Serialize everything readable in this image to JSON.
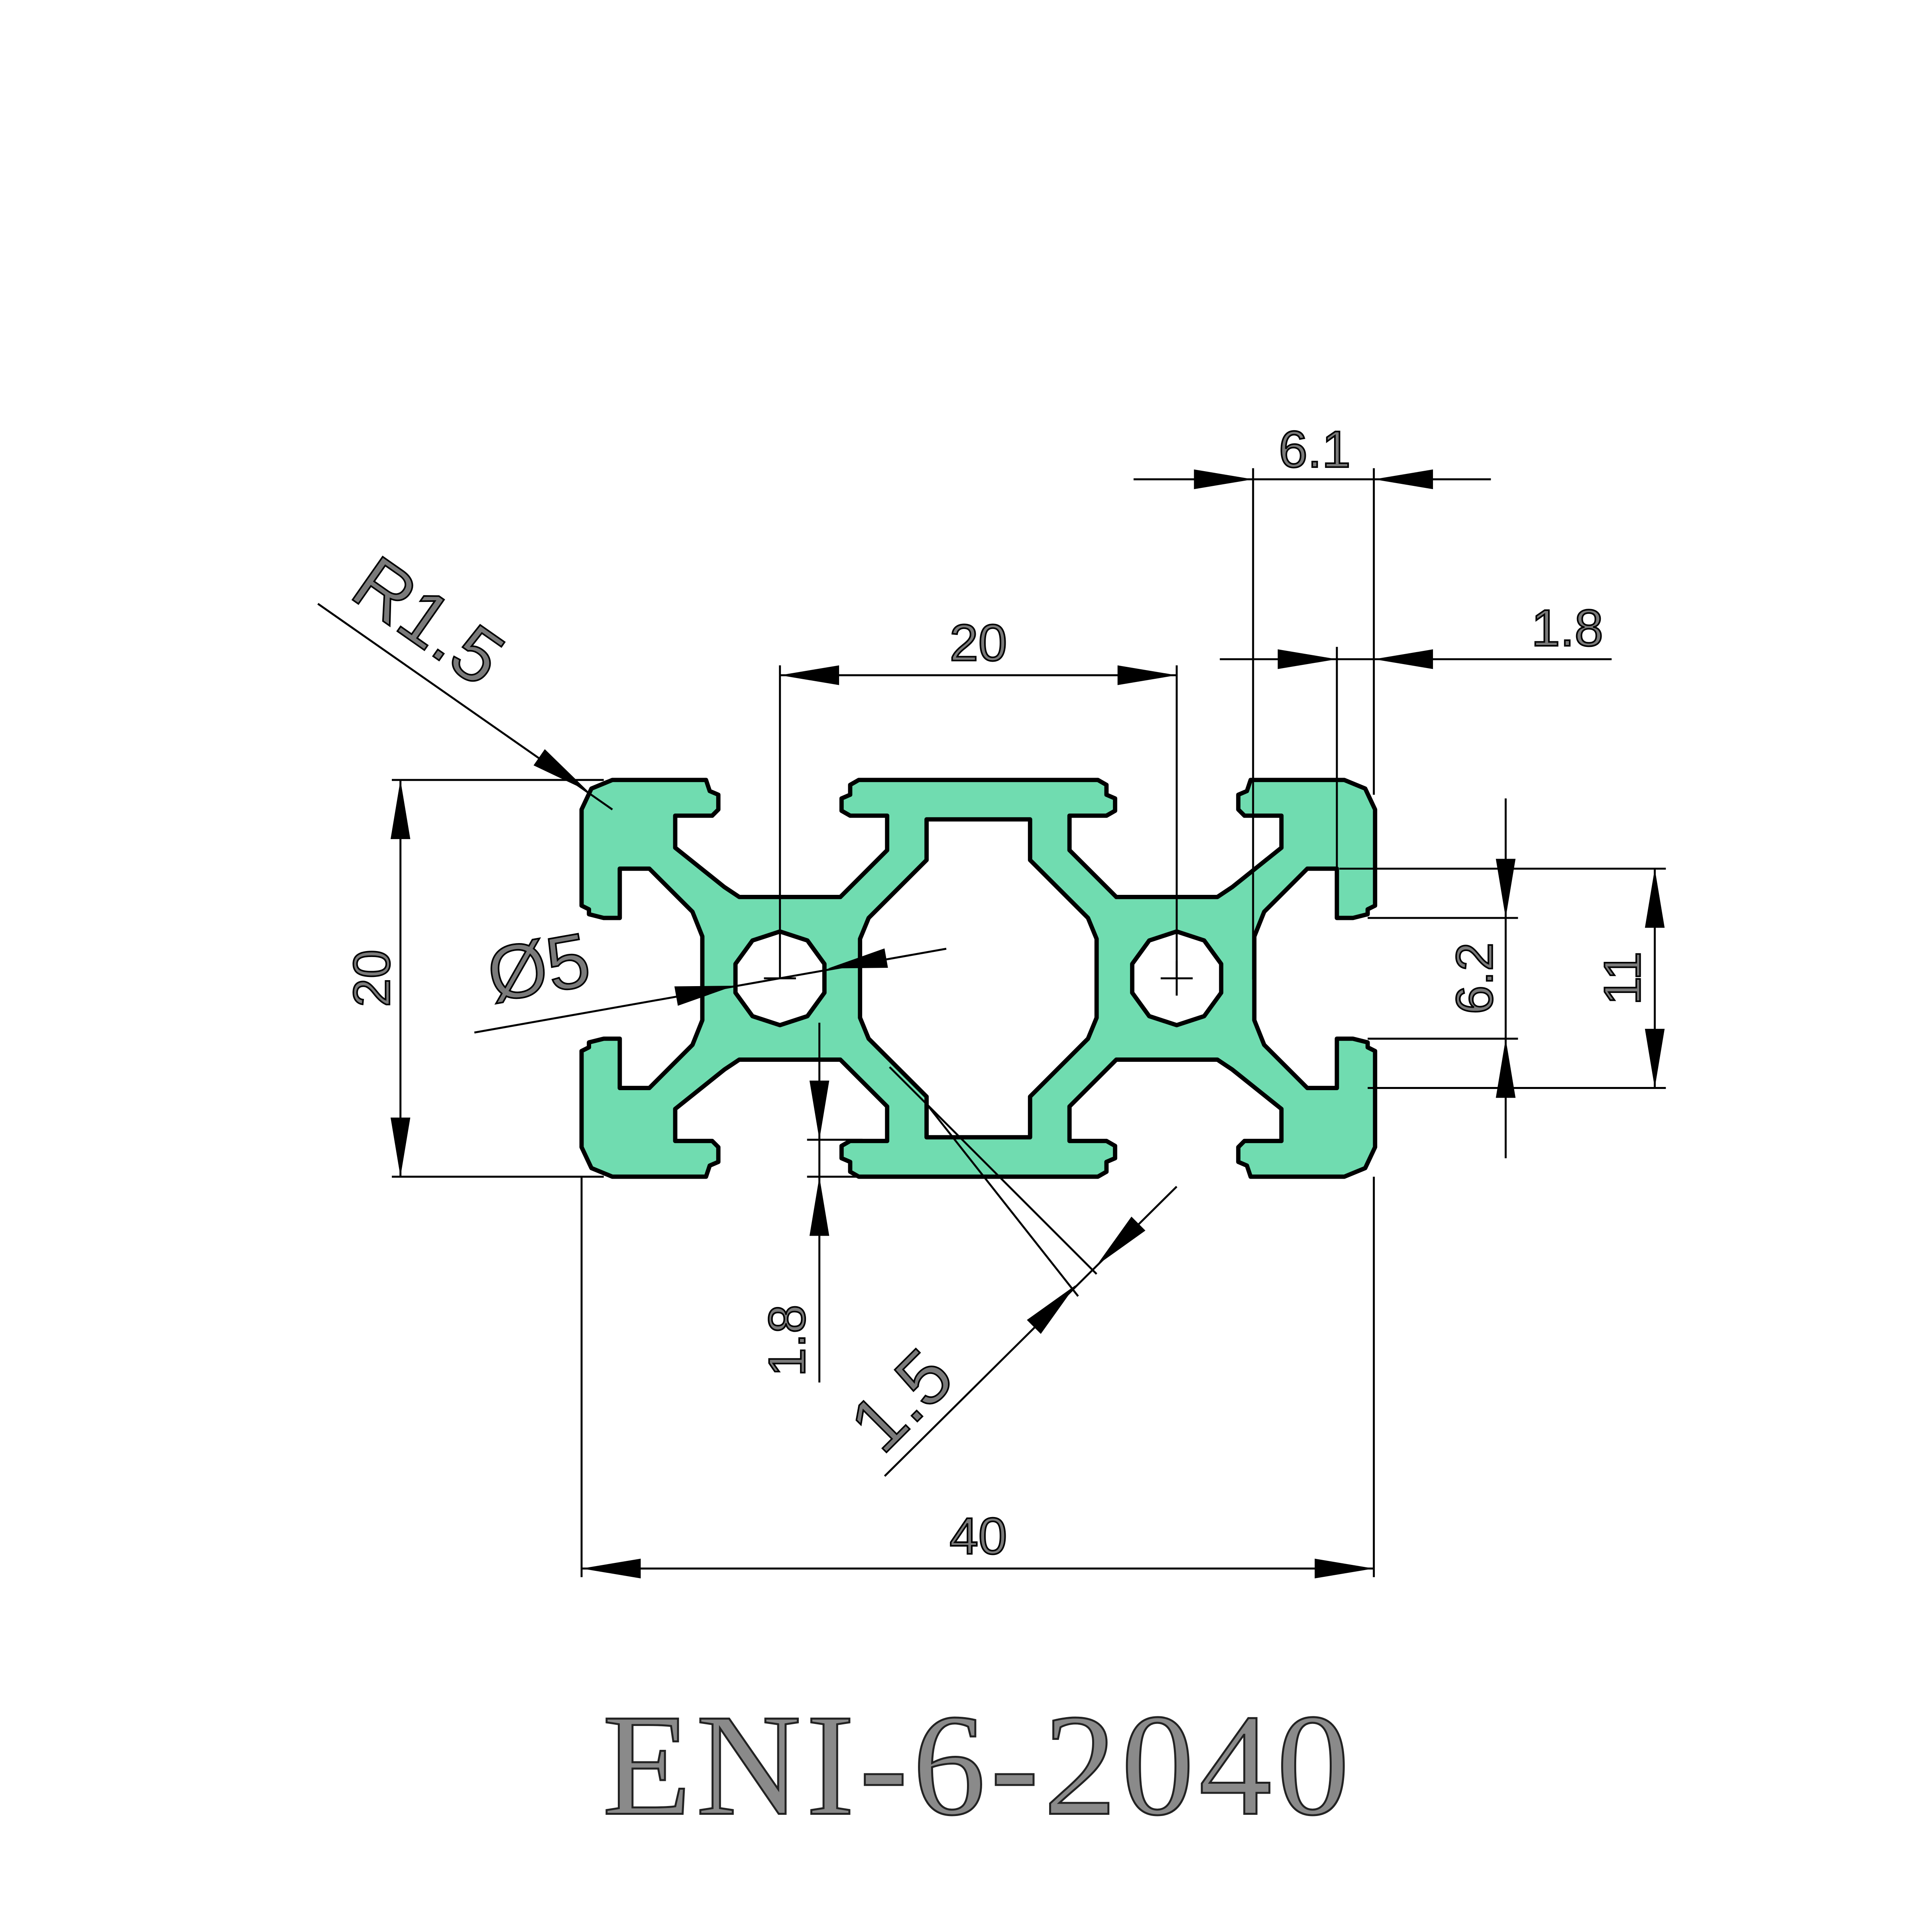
{
  "drawing": {
    "title": "ENI-6-2040",
    "profile_color": "#70dcb0",
    "dimensions": {
      "slot_width_6_1": "6.1",
      "lip_1_8_top": "1.8",
      "hole_spacing": "20",
      "corner_radius": "R1.5",
      "height": "20",
      "hole_diameter": "Ø5",
      "slot_inner_6_2": "6.2",
      "slot_depth_11": "11",
      "wall_1_8_bottom": "1.8",
      "web_1_5": "1.5",
      "width": "40"
    }
  }
}
